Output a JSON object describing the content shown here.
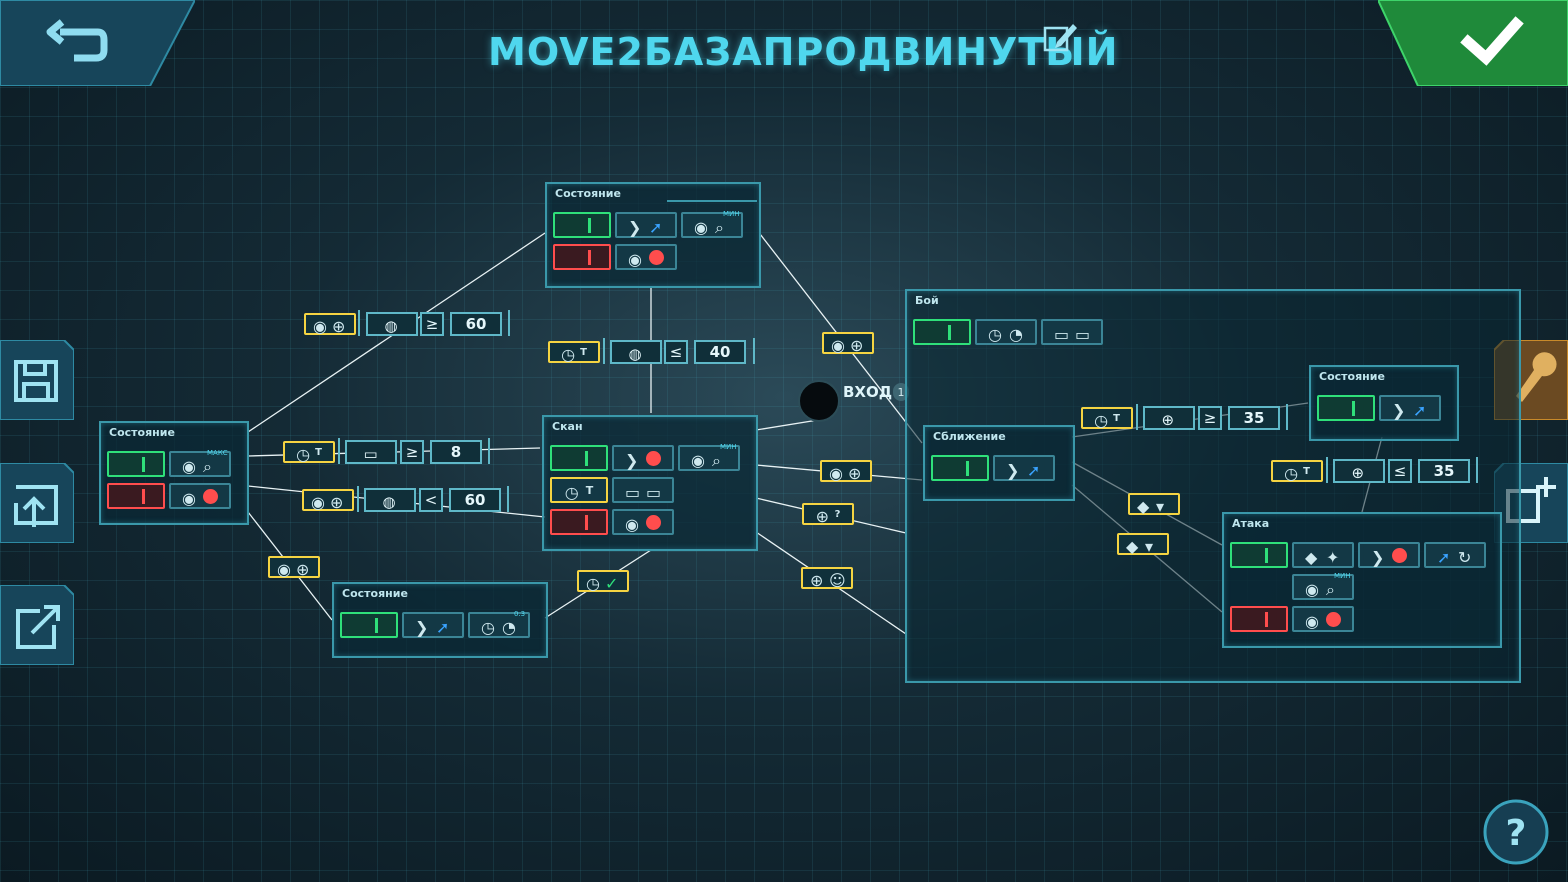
{
  "title": "MOVE2БАЗАПРОДВИНУТЫЙ",
  "entry": {
    "label": "ВХОД",
    "badge": "1"
  },
  "panels": {
    "state_top": "Состояние",
    "state_left": "Состояние",
    "state_bottom": "Состояние",
    "scan": "Скан",
    "combat": "Бой",
    "approach": "Сближение",
    "state_right": "Состояние",
    "attack": "Атака"
  },
  "tags": {
    "min": "МИН",
    "max": "МАКС",
    "t": "T",
    "q": "?",
    "v03": "0.3"
  },
  "conditions": {
    "c_top_left": {
      "op": "≥",
      "value": "60"
    },
    "c_top_mid": {
      "op": "≤",
      "value": "40"
    },
    "c_left_scan_1": {
      "op": "≥",
      "value": "8"
    },
    "c_left_scan_2": {
      "op": "<",
      "value": "60"
    },
    "c_approach_state": {
      "op": "≥",
      "value": "35"
    },
    "c_attack_state": {
      "op": "≤",
      "value": "35"
    }
  },
  "colors": {
    "accent": "#4fd7ee",
    "green": "#2fe07a",
    "red": "#ff4d4d",
    "yellow": "#f5d442",
    "wrench": "#c98a2a"
  }
}
